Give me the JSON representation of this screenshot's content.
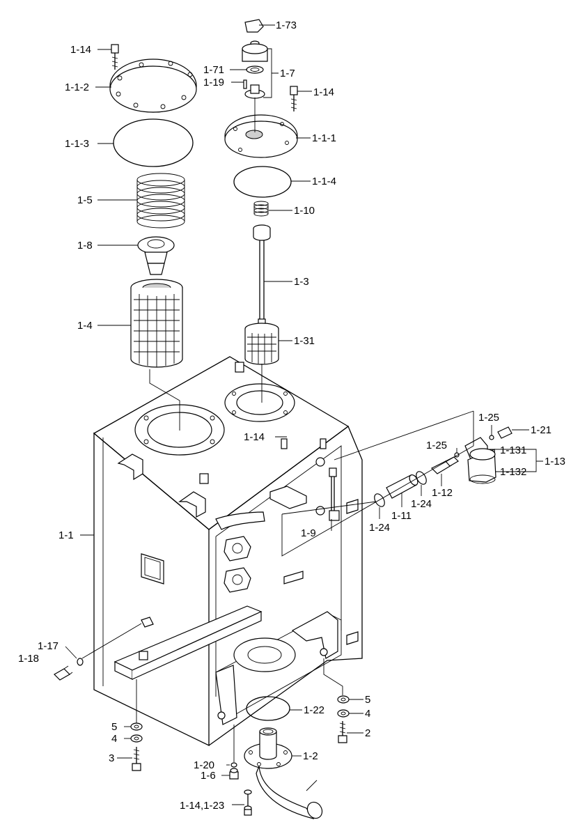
{
  "callouts": {
    "c_1_73": "1-73",
    "c_1_14_a": "1-14",
    "c_1_71": "1-71",
    "c_1_7": "1-7",
    "c_1_19": "1-19",
    "c_1_1_2": "1-1-2",
    "c_1_14_b": "1-14",
    "c_1_1_1": "1-1-1",
    "c_1_1_3": "1-1-3",
    "c_1_1_4": "1-1-4",
    "c_1_5": "1-5",
    "c_1_10": "1-10",
    "c_1_8": "1-8",
    "c_1_3": "1-3",
    "c_1_4": "1-4",
    "c_1_31": "1-31",
    "c_1_25_a": "1-25",
    "c_1_21": "1-21",
    "c_1_14_c": "1-14",
    "c_1_25_b": "1-25",
    "c_1_131": "1-131",
    "c_1_13": "1-13",
    "c_1_132": "1-132",
    "c_1_12": "1-12",
    "c_1_24_a": "1-24",
    "c_1_11": "1-11",
    "c_1_24_b": "1-24",
    "c_1_9": "1-9",
    "c_1_1": "1-1",
    "c_1_17": "1-17",
    "c_1_18": "1-18",
    "c_5_a": "5",
    "c_4_a": "4",
    "c_3": "3",
    "c_1_20": "1-20",
    "c_1_6": "1-6",
    "c_1_14_1_23": "1-14,1-23",
    "c_1_22": "1-22",
    "c_1_2": "1-2",
    "c_5_b": "5",
    "c_4_b": "4",
    "c_2": "2"
  }
}
